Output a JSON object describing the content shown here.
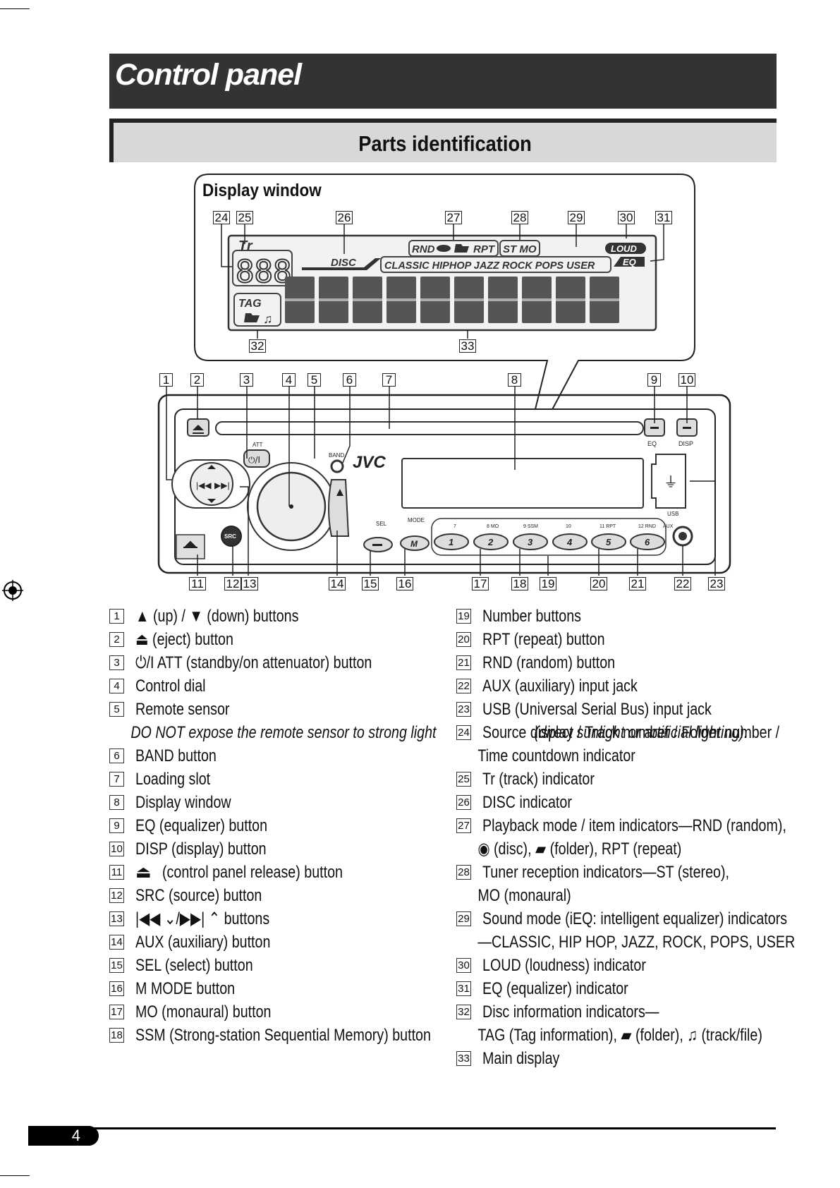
{
  "header": {
    "title": "Control panel"
  },
  "section": {
    "title": "Parts identification"
  },
  "display_window": {
    "label": "Display window"
  },
  "lcd": {
    "tr": "Tr",
    "digits3": "888",
    "disc": "DISC",
    "rnd": "RND",
    "rpt": "RPT",
    "stmo": "ST MO",
    "eq_modes": "CLASSIC HIPHOP JAZZ ROCK POPS USER",
    "loud": "LOUD",
    "eq": "EQ",
    "tag": "TAG"
  },
  "unit": {
    "brand": "JVC",
    "att": "ATT",
    "band": "BAND",
    "eq": "EQ",
    "disp": "DISP",
    "usb": "USB",
    "sel": "SEL",
    "mode": "MODE",
    "aux": "AUX",
    "src": "SRC",
    "power": "⏻/I",
    "preset_labels": [
      "7",
      "8 MO",
      "9 SSM",
      "10",
      "11 RPT",
      "12 RND"
    ],
    "presets": [
      "1",
      "2",
      "3",
      "4",
      "5",
      "6"
    ],
    "aux_jack": "AUX"
  },
  "callouts_display": [
    "24",
    "25",
    "26",
    "27",
    "28",
    "29",
    "30",
    "31",
    "32",
    "33"
  ],
  "callouts_unit_top": [
    "1",
    "2",
    "3",
    "4",
    "5",
    "6",
    "7",
    "8",
    "9",
    "10"
  ],
  "callouts_unit_bottom": [
    "11",
    "12",
    "13",
    "14",
    "15",
    "16",
    "17",
    "18",
    "19",
    "20",
    "21",
    "22",
    "23"
  ],
  "legend_left": [
    {
      "n": "1",
      "t": "▲ (up) / ▼ (down) buttons"
    },
    {
      "n": "2",
      "t": "⏏ (eject) button"
    },
    {
      "n": "3",
      "t": "⏻/I ATT (standby/on attenuator) button"
    },
    {
      "n": "4",
      "t": "Control dial"
    },
    {
      "n": "5",
      "t": "Remote sensor"
    },
    {
      "n": "6",
      "t": "BAND button"
    },
    {
      "n": "7",
      "t": "Loading slot"
    },
    {
      "n": "8",
      "t": "Display window"
    },
    {
      "n": "9",
      "t": "EQ (equalizer) button"
    },
    {
      "n": "10",
      "t": "DISP (display) button"
    },
    {
      "n": "11",
      "t": "(control panel release) button"
    },
    {
      "n": "12",
      "t": "SRC (source) button"
    },
    {
      "n": "13",
      "t": "|◀◀ ⌄/▶▶| ⌃ buttons"
    },
    {
      "n": "14",
      "t": "AUX (auxiliary) button"
    },
    {
      "n": "15",
      "t": "SEL (select) button"
    },
    {
      "n": "16",
      "t": "M MODE button"
    },
    {
      "n": "17",
      "t": "MO (monaural) button"
    },
    {
      "n": "18",
      "t": "SSM (Strong-station Sequential Memory) button"
    }
  ],
  "remote_note_1": "DO NOT expose the remote sensor to strong light",
  "remote_note_2": "(direct sunlight or artificial lighting).",
  "legend_right": [
    {
      "n": "19",
      "t": "Number buttons"
    },
    {
      "n": "20",
      "t": "RPT (repeat) button"
    },
    {
      "n": "21",
      "t": "RND (random) button"
    },
    {
      "n": "22",
      "t": "AUX (auxiliary) input jack"
    },
    {
      "n": "23",
      "t": "USB (Universal Serial Bus) input jack"
    },
    {
      "n": "24",
      "t": "Source display / Track number / Folder number /",
      "c": "Time countdown indicator"
    },
    {
      "n": "25",
      "t": "Tr (track) indicator"
    },
    {
      "n": "26",
      "t": "DISC indicator"
    },
    {
      "n": "27",
      "t": "Playback mode / item indicators—RND (random),",
      "c": "◉ (disc), ▰ (folder), RPT (repeat)"
    },
    {
      "n": "28",
      "t": "Tuner reception indicators—ST (stereo),",
      "c": "MO (monaural)"
    },
    {
      "n": "29",
      "t": "Sound mode (iEQ: intelligent equalizer) indicators",
      "c": "—CLASSIC, HIP HOP, JAZZ, ROCK, POPS, USER"
    },
    {
      "n": "30",
      "t": "LOUD (loudness) indicator"
    },
    {
      "n": "31",
      "t": "EQ (equalizer) indicator"
    },
    {
      "n": "32",
      "t": "Disc information indicators—",
      "c": "TAG (Tag information), ▰ (folder), ♫ (track/file)"
    },
    {
      "n": "33",
      "t": "Main display"
    }
  ],
  "page_number": "4"
}
